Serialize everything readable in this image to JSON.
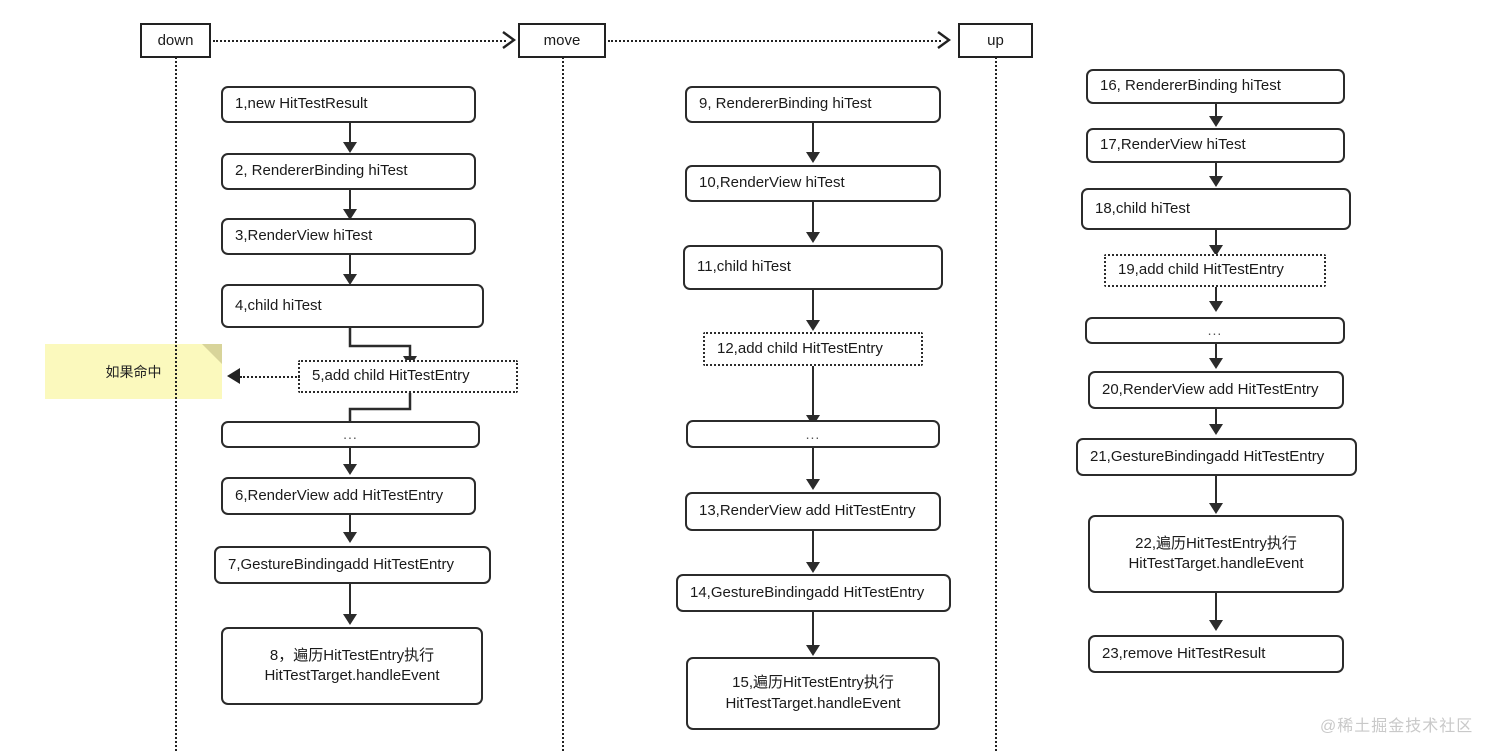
{
  "diagram": {
    "title": "Flutter hit-test event dispatch sequence",
    "background_color": "#ffffff",
    "stroke_color": "#2b2b2b",
    "note_color": "#fbf9bd",
    "watermark": "@稀土掘金技术社区"
  },
  "phases": [
    {
      "id": "down",
      "label": "down"
    },
    {
      "id": "move",
      "label": "move"
    },
    {
      "id": "up",
      "label": "up"
    }
  ],
  "note": {
    "text": "如果命中"
  },
  "columns": [
    {
      "phase": "down",
      "nodes": [
        {
          "id": "n1",
          "label": "1,new HitTestResult",
          "style": "solid",
          "align": "left"
        },
        {
          "id": "n2",
          "label": "2, RendererBinding hiTest",
          "style": "solid",
          "align": "left"
        },
        {
          "id": "n3",
          "label": "3,RenderView hiTest",
          "style": "solid",
          "align": "left"
        },
        {
          "id": "n4",
          "label": "4,child hiTest",
          "style": "solid",
          "align": "left"
        },
        {
          "id": "n5",
          "label": "5,add child HitTestEntry",
          "style": "dashed",
          "align": "left"
        },
        {
          "id": "nd1",
          "label": "...",
          "style": "solid",
          "align": "center"
        },
        {
          "id": "n6",
          "label": "6,RenderView add HitTestEntry",
          "style": "solid",
          "align": "left"
        },
        {
          "id": "n7",
          "label": "7,GestureBindingadd HitTestEntry",
          "style": "solid",
          "align": "left"
        },
        {
          "id": "n8",
          "label": "8，遍历HitTestEntry执行\nHitTestTarget.handleEvent",
          "style": "solid",
          "align": "center"
        }
      ]
    },
    {
      "phase": "move",
      "nodes": [
        {
          "id": "n9",
          "label": "9, RendererBinding hiTest",
          "style": "solid",
          "align": "left"
        },
        {
          "id": "n10",
          "label": "10,RenderView hiTest",
          "style": "solid",
          "align": "left"
        },
        {
          "id": "n11",
          "label": "11,child hiTest",
          "style": "solid",
          "align": "left"
        },
        {
          "id": "n12",
          "label": "12,add child HitTestEntry",
          "style": "dashed",
          "align": "left"
        },
        {
          "id": "nd2",
          "label": "...",
          "style": "solid",
          "align": "center"
        },
        {
          "id": "n13",
          "label": "13,RenderView add HitTestEntry",
          "style": "solid",
          "align": "left"
        },
        {
          "id": "n14",
          "label": "14,GestureBindingadd HitTestEntry",
          "style": "solid",
          "align": "left"
        },
        {
          "id": "n15",
          "label": "15,遍历HitTestEntry执行\nHitTestTarget.handleEvent",
          "style": "solid",
          "align": "center"
        }
      ]
    },
    {
      "phase": "up",
      "nodes": [
        {
          "id": "n16",
          "label": "16, RendererBinding hiTest",
          "style": "solid",
          "align": "left"
        },
        {
          "id": "n17",
          "label": "17,RenderView hiTest",
          "style": "solid",
          "align": "left"
        },
        {
          "id": "n18",
          "label": "18,child hiTest",
          "style": "solid",
          "align": "left"
        },
        {
          "id": "n19",
          "label": "19,add child HitTestEntry",
          "style": "dashed",
          "align": "left"
        },
        {
          "id": "nd3",
          "label": "...",
          "style": "solid",
          "align": "center"
        },
        {
          "id": "n20",
          "label": "20,RenderView add HitTestEntry",
          "style": "solid",
          "align": "left"
        },
        {
          "id": "n21",
          "label": "21,GestureBindingadd HitTestEntry",
          "style": "solid",
          "align": "left"
        },
        {
          "id": "n22",
          "label": "22,遍历HitTestEntry执行\nHitTestTarget.handleEvent",
          "style": "solid",
          "align": "center"
        },
        {
          "id": "n23",
          "label": "23,remove HitTestResult",
          "style": "solid",
          "align": "left"
        }
      ]
    }
  ]
}
